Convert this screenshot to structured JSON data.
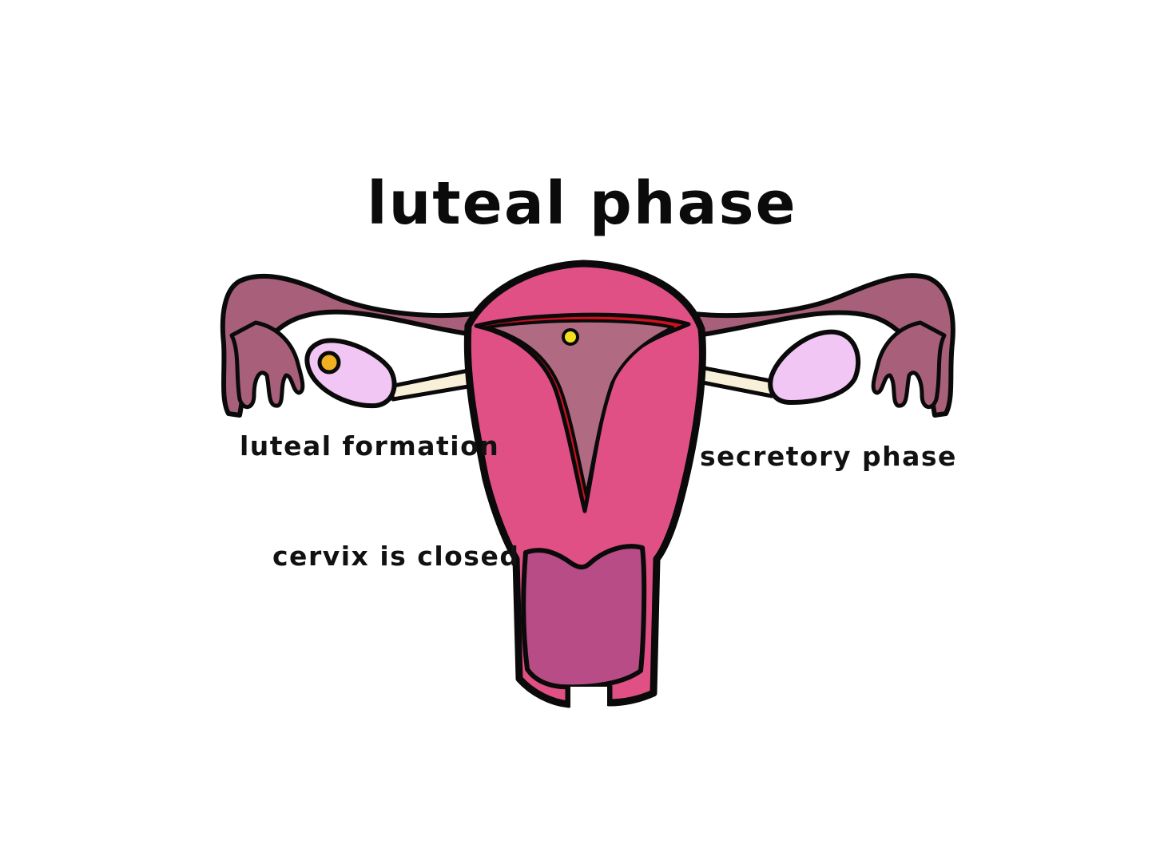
{
  "title": "luteal phase",
  "labels": {
    "luteal_formation": "luteal formation",
    "secretory_phase": "secretory phase",
    "cervix": "cervix is closed"
  },
  "colors": {
    "uterus_wall": "#e05085",
    "uterine_cavity": "#b06a82",
    "endometrium_lining": "#d0101c",
    "cervix": "#b84c86",
    "fallopian_tube": "#a8607a",
    "ovary": "#f2c6f4",
    "ovarian_ligament": "#f8f0d8",
    "corpus_luteum": "#f0b020",
    "egg": "#f0e020",
    "outline": "#0a0a0a"
  }
}
